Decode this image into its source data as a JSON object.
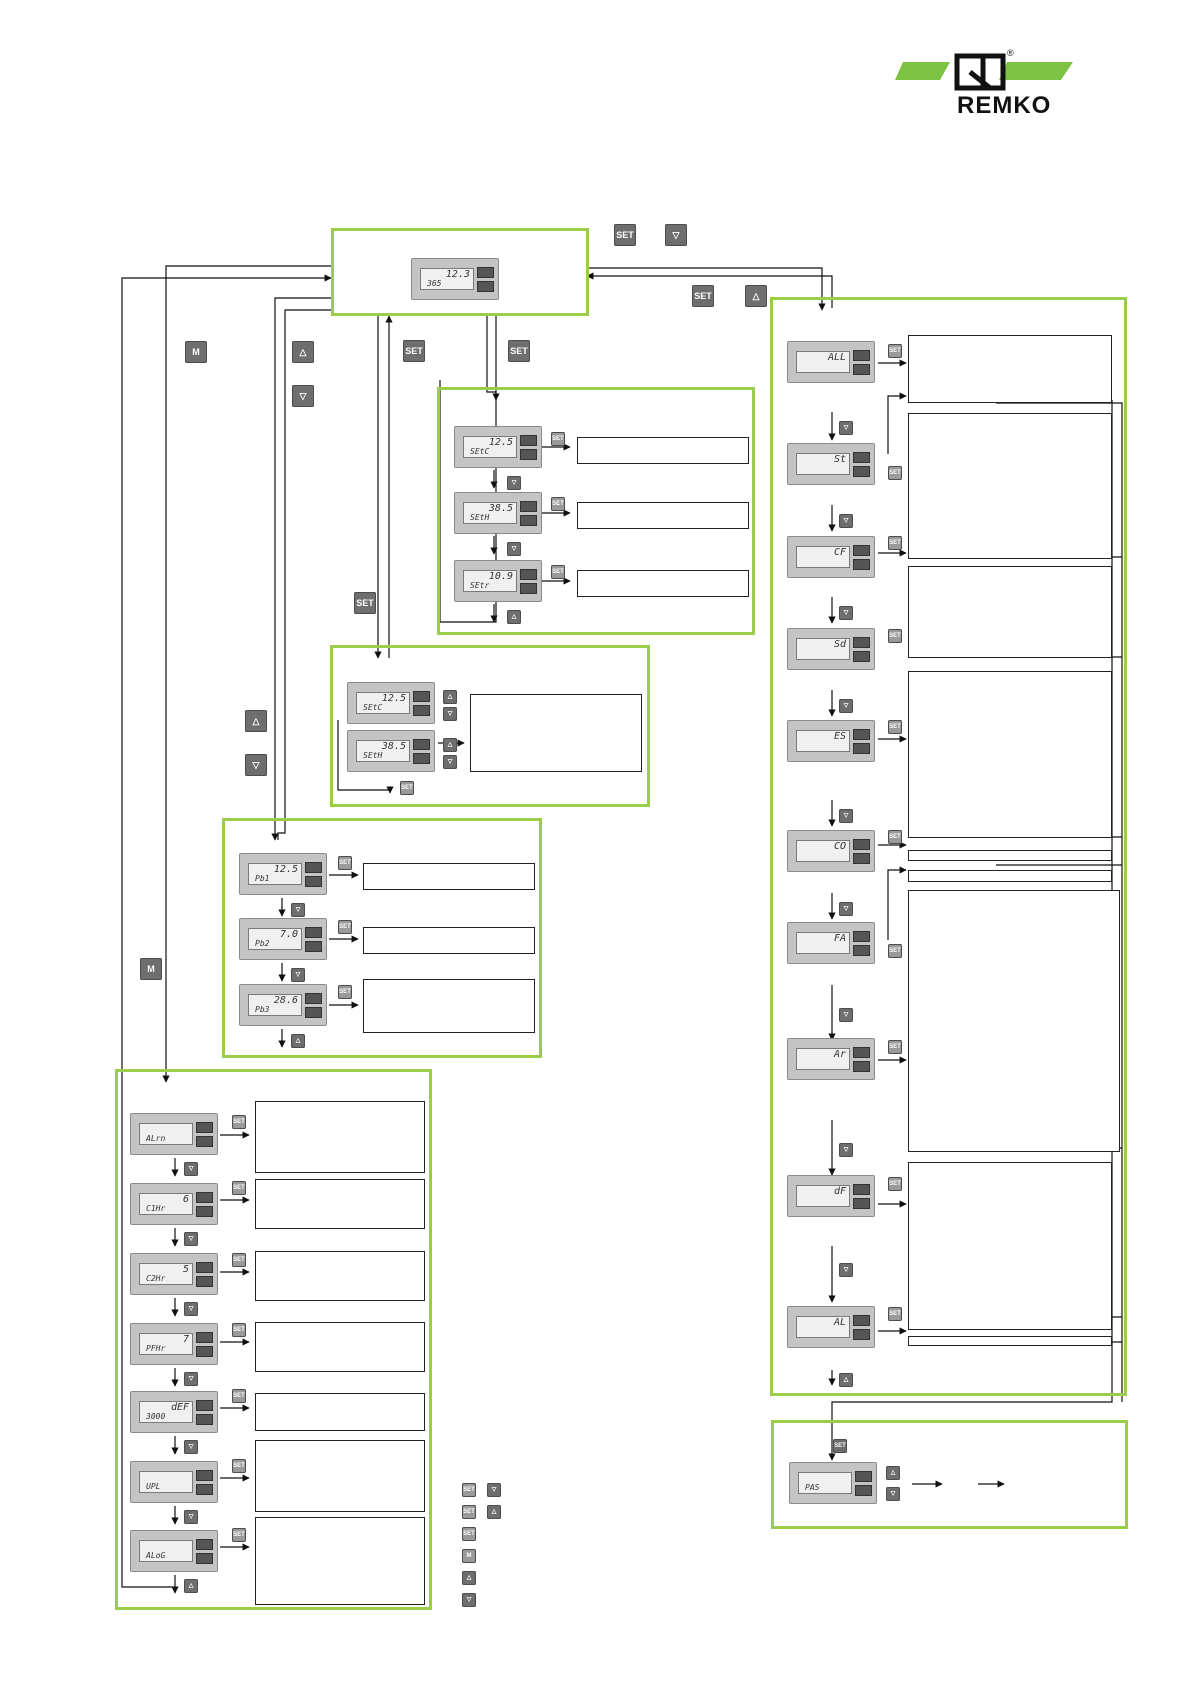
{
  "logo": {
    "name": "REMKO",
    "registered": "®"
  },
  "buttons": {
    "set": "SET",
    "m": "M"
  },
  "main": {
    "line1": "12.3",
    "line2": "365"
  },
  "setpoints": [
    {
      "line1": "12.5",
      "line2": "SEtC"
    },
    {
      "line1": "38.5",
      "line2": "SEtH"
    },
    {
      "line1": "10.9",
      "line2": "SEtr"
    }
  ],
  "setpoint_edit": [
    {
      "line1": "12.5",
      "line2": "SEtC"
    },
    {
      "line1": "38.5",
      "line2": "SEtH"
    }
  ],
  "probes": [
    {
      "line1": "12.5",
      "line2": "Pb1"
    },
    {
      "line1": "7.0",
      "line2": "Pb2"
    },
    {
      "line1": "28.6",
      "line2": "Pb3"
    }
  ],
  "functions": [
    {
      "line1": "",
      "line2": "ALrn"
    },
    {
      "line1": "6",
      "line2": "C1Hr"
    },
    {
      "line1": "5",
      "line2": "C2Hr"
    },
    {
      "line1": "7",
      "line2": "PFHr"
    },
    {
      "line1": "dEF",
      "line2": "3000"
    },
    {
      "line1": "",
      "line2": "UPL"
    },
    {
      "line1": "",
      "line2": "ALoG"
    }
  ],
  "parameters": [
    {
      "line1": "ALL",
      "line2": ""
    },
    {
      "line1": "St",
      "line2": ""
    },
    {
      "line1": "CF",
      "line2": ""
    },
    {
      "line1": "Sd",
      "line2": ""
    },
    {
      "line1": "ES",
      "line2": ""
    },
    {
      "line1": "CO",
      "line2": ""
    },
    {
      "line1": "FA",
      "line2": ""
    },
    {
      "line1": "Ar",
      "line2": ""
    },
    {
      "line1": "dF",
      "line2": ""
    },
    {
      "line1": "AL",
      "line2": ""
    }
  ],
  "password": {
    "line1": "",
    "line2": "PAS"
  }
}
